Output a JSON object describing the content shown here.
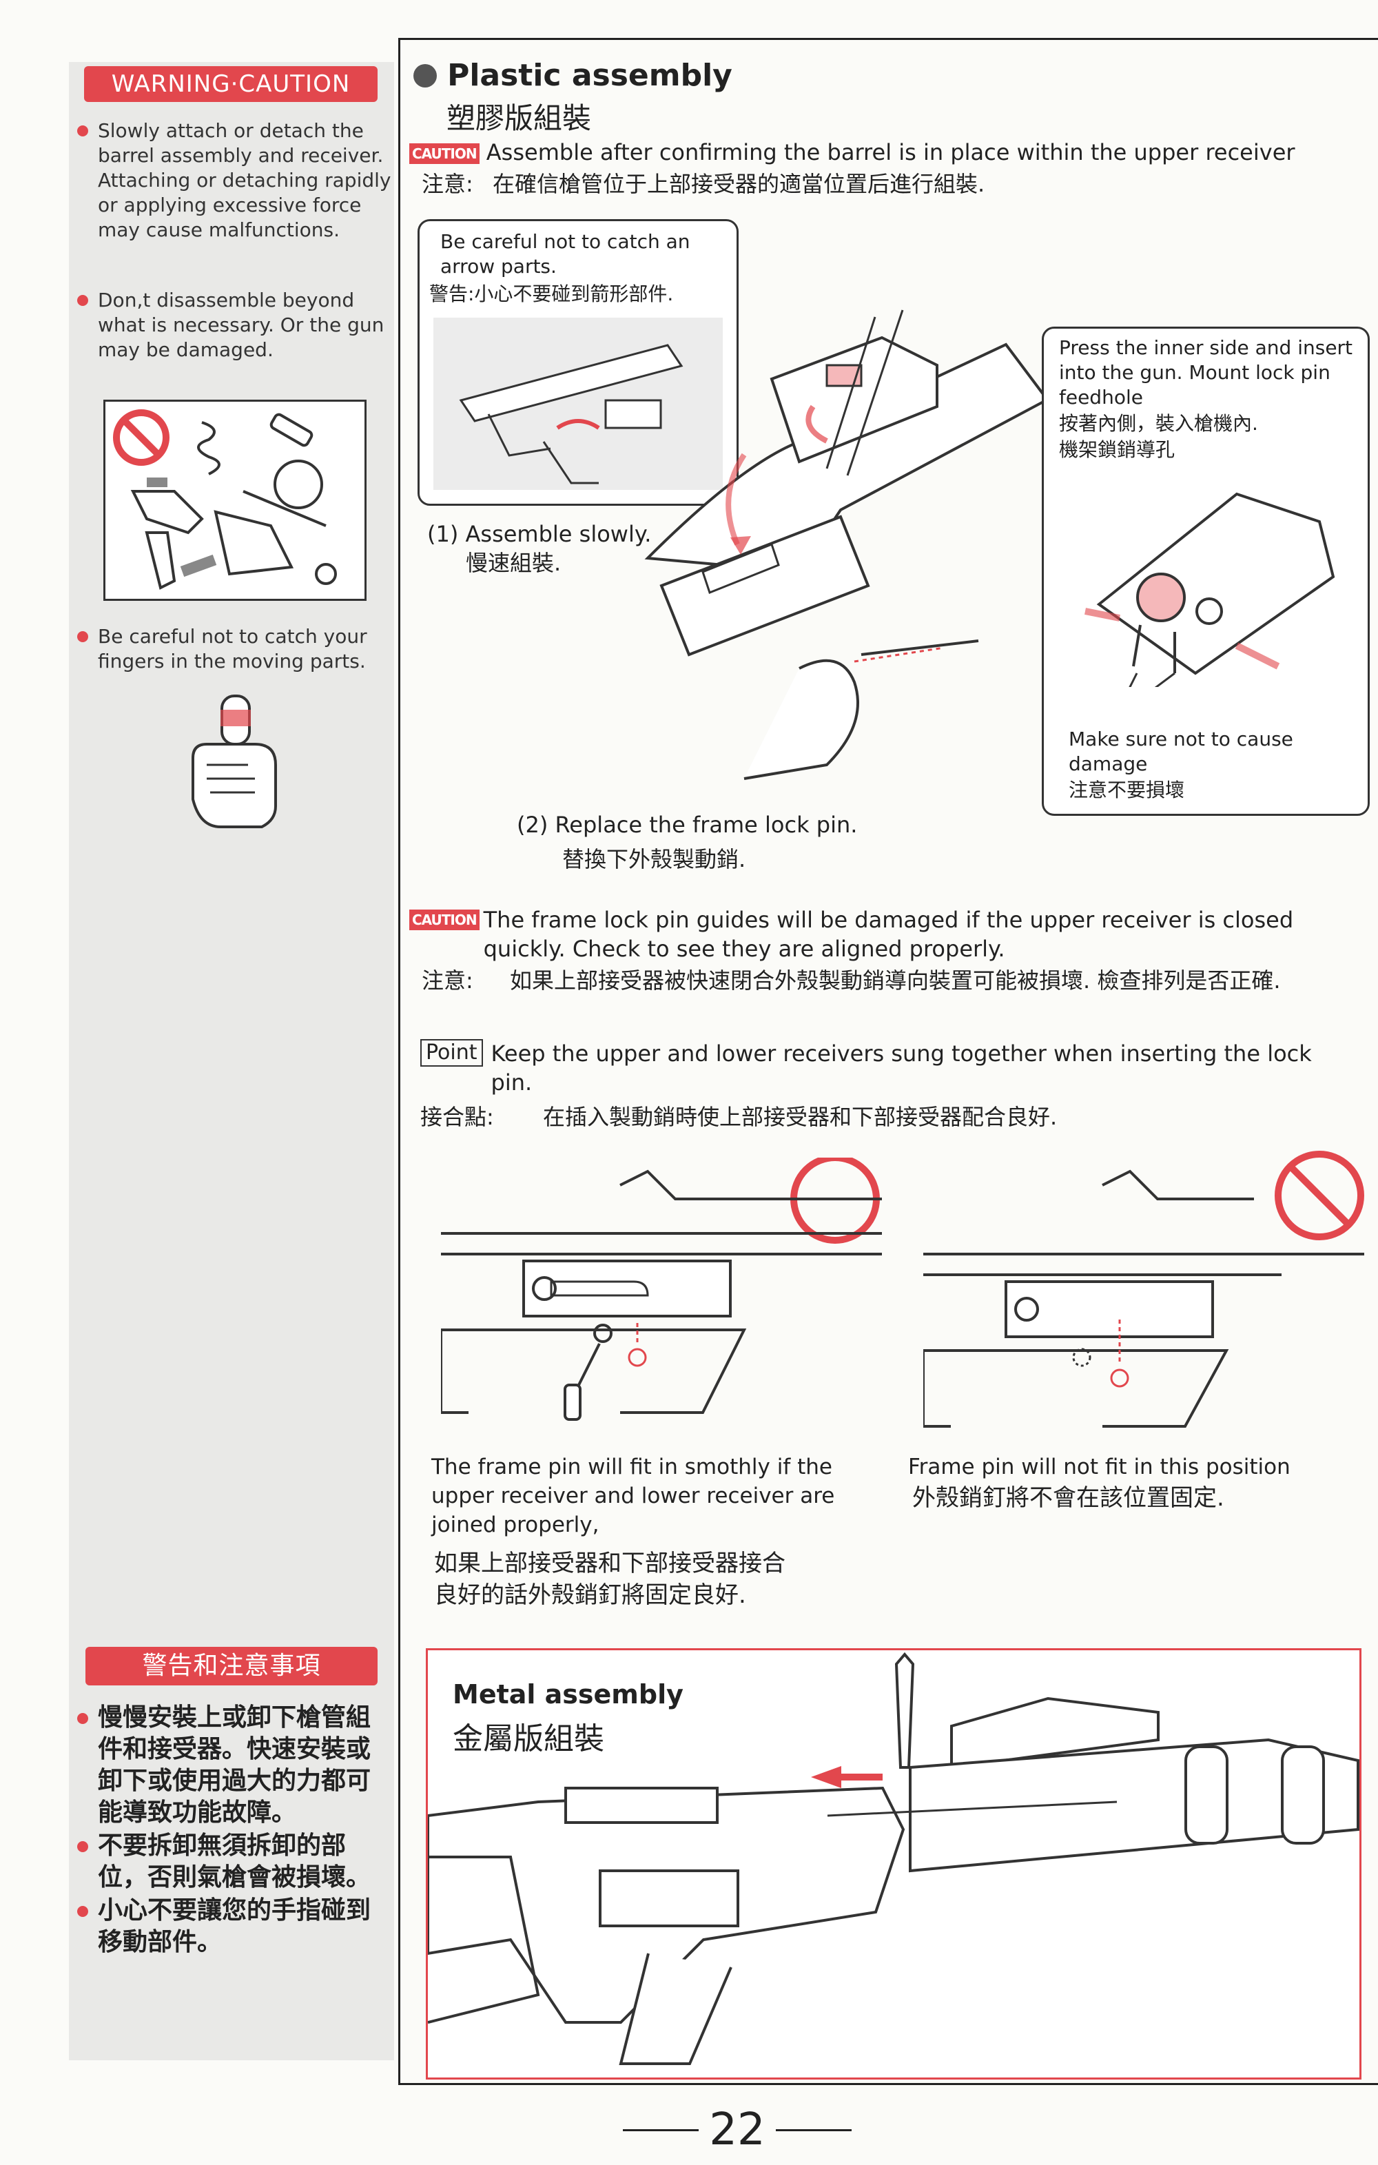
{
  "sidebar": {
    "warning_banner": "WARNING·CAUTION",
    "warnings": [
      "Slowly attach or detach the barrel assembly and receiver. Attaching or detaching rapidly or applying excessive force may cause malfunctions.",
      "Don,t disassemble beyond what is necessary. Or the gun may be damaged.",
      "Be careful not to catch your fingers in the moving parts."
    ],
    "cn_banner": "警告和注意事項",
    "cn_warnings": [
      "慢慢安裝上或卸下槍管組件和接受器。快速安裝或卸下或使用過大的力都可能導致功能故障。",
      "不要拆卸無須拆卸的部位，否則氣槍會被損壞。",
      "小心不要讓您的手指碰到移動部件。"
    ]
  },
  "main": {
    "title_en": "Plastic assembly",
    "title_cn": "塑膠版組裝",
    "caution_label": "CAUTION",
    "caution1_en": "Assemble after confirming the barrel is in place within the upper receiver",
    "caution1_cn_label": "注意:",
    "caution1_cn": "在確信槍管位于上部接受器的適當位置后進行組裝.",
    "callout1_en": "Be careful not to catch an arrow parts.",
    "callout1_cn": "警告:小心不要碰到箭形部件.",
    "callout2_en": "Press the inner side and insert into the gun. Mount lock pin feedhole",
    "callout2_cn1": "按著內側，裝入槍機內.",
    "callout2_cn2": "機架鎖銷導孔",
    "callout2_en2": "Make sure not to cause damage",
    "callout2_cn3": "注意不要損壞",
    "step1_en": "(1) Assemble slowly.",
    "step1_cn": "慢速組裝.",
    "step2_en": "(2) Replace the frame lock pin.",
    "step2_cn": "替換下外殼製動銷.",
    "caution2_en": "The frame lock pin guides will be damaged if the upper receiver is closed quickly. Check to see they are aligned properly.",
    "caution2_cn_label": "注意:",
    "caution2_cn": "如果上部接受器被快速閉合外殼製動銷導向裝置可能被損壞. 檢查排列是否正確.",
    "point_label": "Point",
    "point_en": "Keep the upper and lower receivers sung together when inserting the lock pin.",
    "point_cn_label": "接合點:",
    "point_cn": "在插入製動銷時使上部接受器和下部接受器配合良好.",
    "ok_en": "The frame pin will fit in smothly if the upper receiver and lower receiver are joined properly,",
    "ok_cn": "如果上部接受器和下部接受器接合良好的話外殼銷釘將固定良好.",
    "ng_en": "Frame pin will not fit in this position",
    "ng_cn": "外殼銷釘將不會在該位置固定.",
    "metal_title_en": "Metal assembly",
    "metal_title_cn": "金屬版組裝"
  },
  "page_number": "22",
  "colors": {
    "accent_red": "#e2474d",
    "sidebar_gray": "#e9e9e7"
  },
  "icons": [
    "prohibited-icon",
    "correct-circle-icon",
    "finger-bandage-icon"
  ]
}
